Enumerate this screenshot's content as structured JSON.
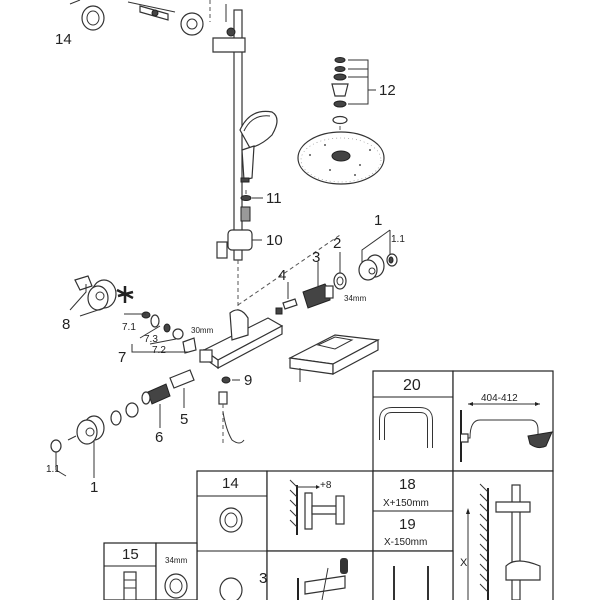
{
  "callouts": {
    "p14": "14",
    "p12": "12",
    "p11": "11",
    "p10": "10",
    "p1": "1",
    "p1_1": "1.1",
    "p2": "2",
    "p3": "3",
    "p4": "4",
    "p8": "8",
    "p7": "7",
    "p7_1": "7.1",
    "p7_2": "7.2",
    "p7_3": "7.3",
    "p9": "9",
    "p6": "6",
    "p5": "5",
    "p1_bottom": "1",
    "p1_1_bottom": "1.1"
  },
  "dimensions": {
    "nut_34": "34mm",
    "nut_30": "30mm"
  },
  "tables": {
    "box20": "20",
    "dim_404": "404-412",
    "box14": "14",
    "plus8": "+8",
    "box18": "18",
    "x_plus": "X+150mm",
    "box19": "19",
    "x_minus": "X-150mm",
    "x_label": "X",
    "box15": "15",
    "dim_34b": "34mm",
    "box3": "3"
  }
}
